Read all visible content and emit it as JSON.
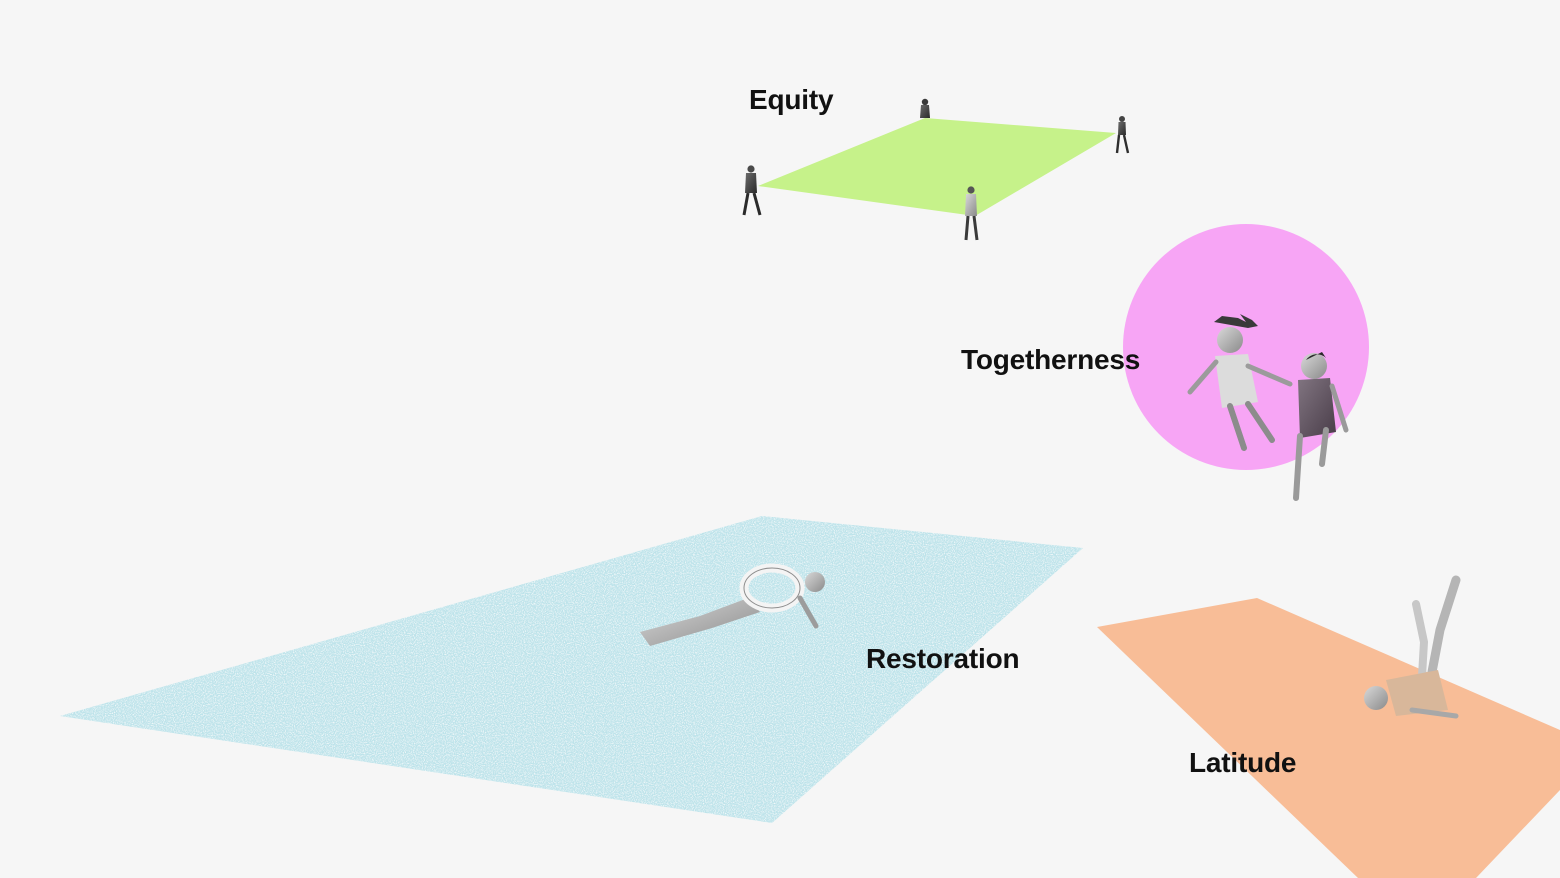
{
  "labels": {
    "equity": "Equity",
    "togetherness": "Togetherness",
    "restoration": "Restoration",
    "latitude": "Latitude"
  },
  "colors": {
    "background": "#f6f6f6",
    "equity": "#c6f28a",
    "togetherness": "#f7a5f5",
    "restoration": "#bde3ea",
    "latitude": "#f8bd97",
    "label_text": "#111111"
  }
}
